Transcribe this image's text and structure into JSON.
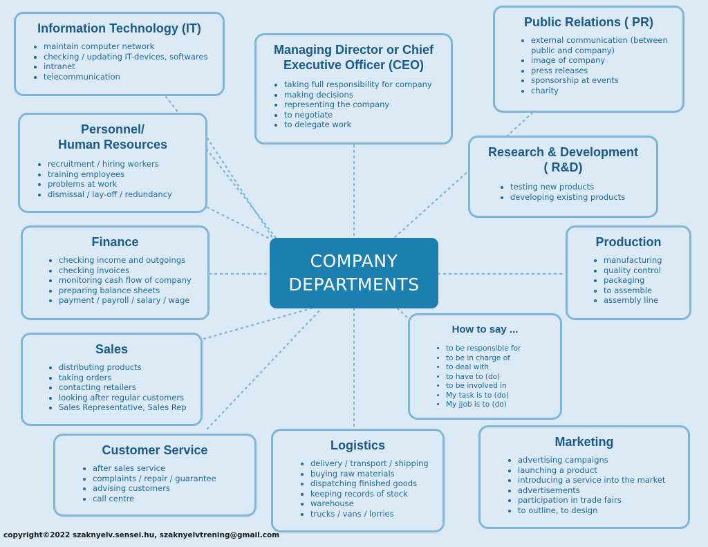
{
  "center": {
    "line1": "COMPANY",
    "line2": "DEPARTMENTS"
  },
  "departments": {
    "it": {
      "title": "Information Technology (IT)",
      "items": [
        "maintain computer network",
        "checking / updating IT-devices, softwares",
        "intranet",
        "telecommunication"
      ]
    },
    "ceo": {
      "title_line1": "Managing Director or Chief",
      "title_line2": "Executive Officer (CEO)",
      "items": [
        "taking full responsibility for company",
        "making decisions",
        "representing the company",
        "to negotiate",
        "to delegate work"
      ]
    },
    "pr": {
      "title": "Public Relations ( PR)",
      "items": [
        "external communication (between public and  company)",
        "image of company",
        "press releases",
        "sponsorship at events",
        "charity"
      ]
    },
    "hr": {
      "title_line1": "Personnel/",
      "title_line2": "Human Resources",
      "items": [
        "recruitment / hiring workers",
        "training employees",
        "problems at work",
        "dismissal / lay-off / redundancy"
      ]
    },
    "rnd": {
      "title_line1": "Research & Development",
      "title_line2": "( R&D)",
      "items": [
        "testing new products",
        "developing existing products"
      ]
    },
    "finance": {
      "title": "Finance",
      "items": [
        "checking income and outgoings",
        "checking invoices",
        "monitoring cash flow of company",
        "preparing balance sheets",
        "payment / payroll / salary / wage"
      ]
    },
    "production": {
      "title": "Production",
      "items": [
        "manufacturing",
        "quality control",
        "packaging",
        "to assemble",
        "assembly line"
      ]
    },
    "howto": {
      "title": "How to say ...",
      "items": [
        "to be responsible for",
        "to be in charge of",
        "to deal with",
        "to have to (do)",
        "to be involved in",
        "My task is to (do)",
        "My jjob is to (do)"
      ]
    },
    "sales": {
      "title": "Sales",
      "items": [
        "distributing products",
        "taking orders",
        "contacting retailers",
        "looking after regular customers",
        "Sales Representative, Sales Rep"
      ]
    },
    "customer_service": {
      "title": "Customer Service",
      "items": [
        "after sales service",
        "complaints / repair / guarantee",
        "advising customers",
        "call centre"
      ]
    },
    "logistics": {
      "title": "Logistics",
      "items": [
        "delivery / transport / shipping",
        "buying raw materials",
        "dispatching finished goods",
        "keeping records of stock",
        "warehouse",
        "trucks / vans / lorries"
      ]
    },
    "marketing": {
      "title": "Marketing",
      "items": [
        "advertising campaigns",
        "launching a product",
        "introducing a service into the market",
        "advertisements",
        "participation in trade fairs",
        "to outline, to design"
      ]
    }
  },
  "footer": {
    "copyright": "copyright©2022 szaknyelv.sensei.hu, szaknyelvtrening@gmail.com"
  },
  "colors": {
    "background": "#dbeaf5",
    "box_border": "#7fb6d6",
    "center_fill": "#1d7fb0",
    "title_text": "#1a5a86",
    "item_text": "#1e6a9a"
  }
}
